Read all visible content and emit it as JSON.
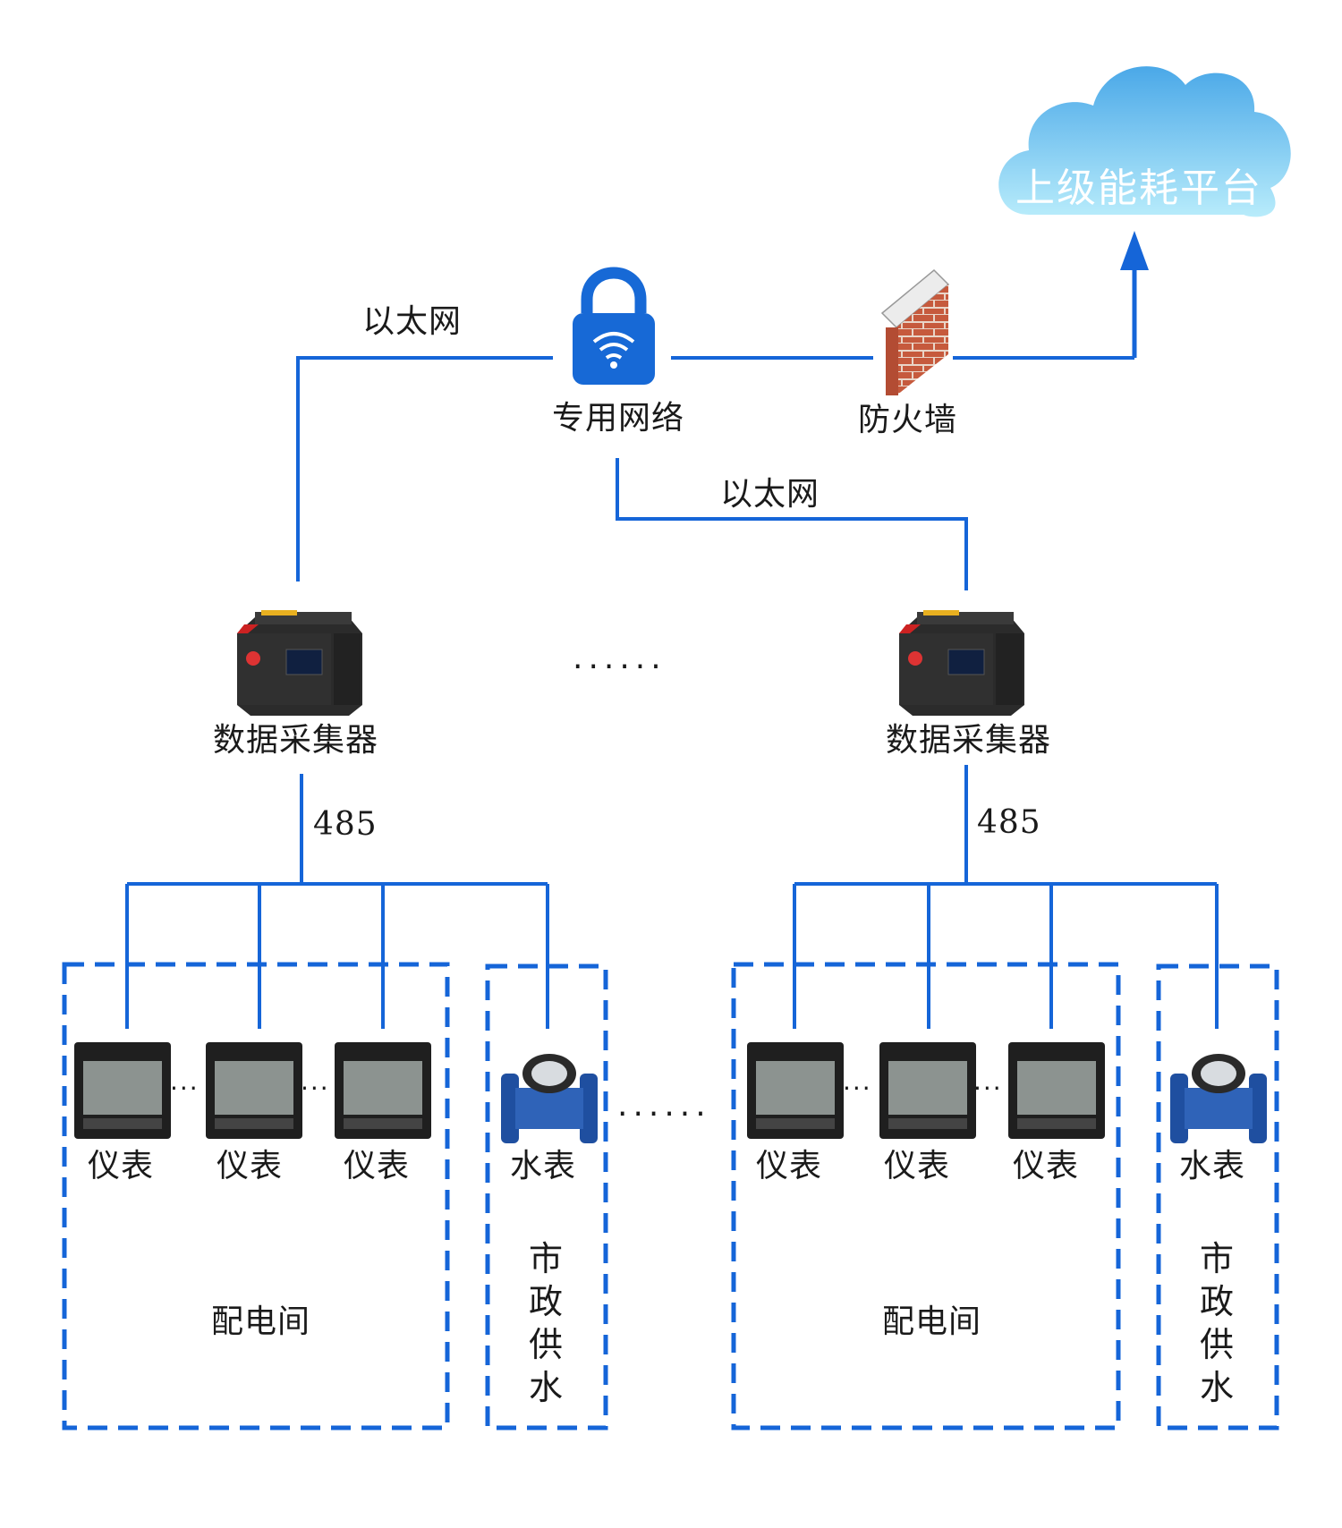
{
  "cloud": {
    "label": "上级能耗平台"
  },
  "network": {
    "private_network_label": "专用网络",
    "firewall_label": "防火墙",
    "ethernet_label_left": "以太网",
    "ethernet_label_right": "以太网"
  },
  "collectors": [
    {
      "label": "数据采集器",
      "bus_label": "485"
    },
    {
      "label": "数据采集器",
      "bus_label": "485"
    }
  ],
  "groups": [
    {
      "meters": [
        "仪表",
        "仪表",
        "仪表"
      ],
      "water_meter": "水表",
      "room_label": "配电间",
      "supply_label": "市政供水"
    },
    {
      "meters": [
        "仪表",
        "仪表",
        "仪表"
      ],
      "water_meter": "水表",
      "room_label": "配电间",
      "supply_label": "市政供水"
    }
  ],
  "ellipsis": "......",
  "colors": {
    "line": "#1565d8",
    "cloud_light": "#9fdcf6",
    "cloud_dark": "#5ab3ea",
    "lock": "#1769d6",
    "brick": "#c6573c"
  }
}
